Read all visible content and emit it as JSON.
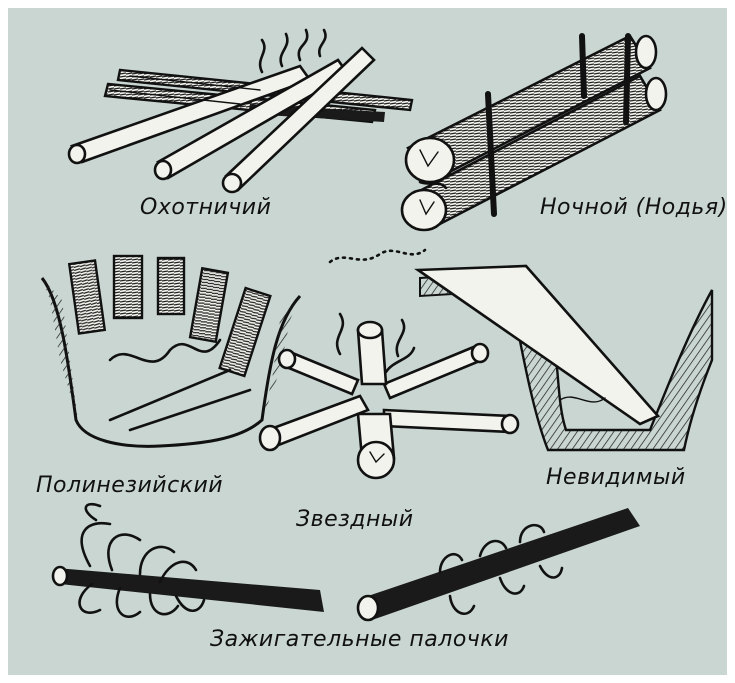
{
  "labels": {
    "hunter": "Охотничий",
    "night": "Ночной (Нодья)",
    "polynesian": "Полинезийский",
    "star": "Звездный",
    "invisible": "Невидимый",
    "kindling": "Зажигательные палочки"
  },
  "colors": {
    "background": "#c9d6d1",
    "ink": "#111111",
    "wood": "#f3f3ee"
  }
}
